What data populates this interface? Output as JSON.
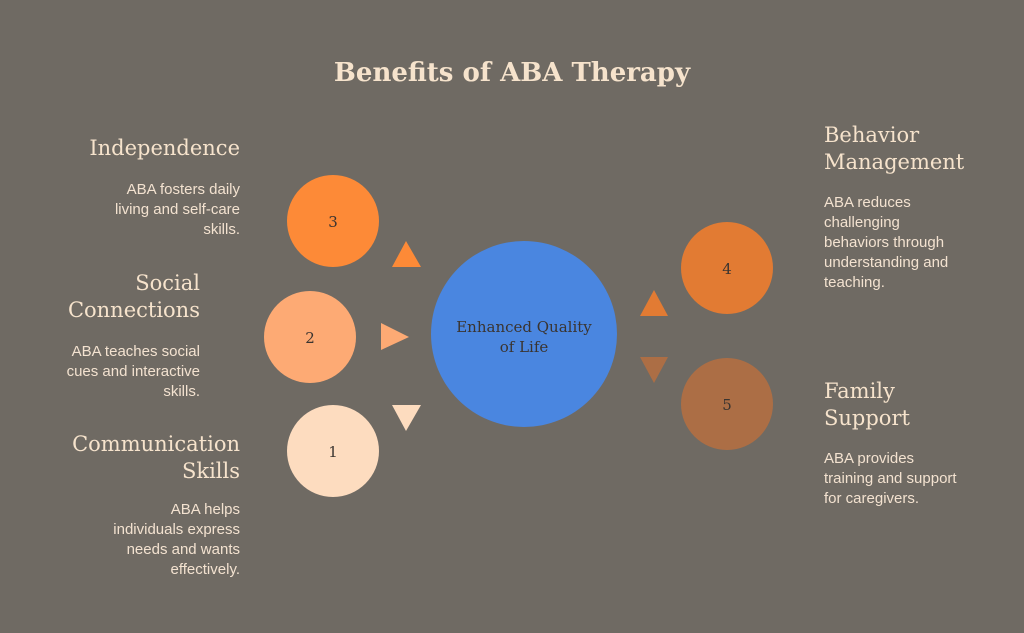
{
  "title": "Benefits of ABA Therapy",
  "center": {
    "label_line1": "Enhanced Quality",
    "label_line2": "of Life",
    "color": "#4a86e0"
  },
  "items": [
    {
      "number": "1",
      "heading_line1": "Communication",
      "heading_line2": "Skills",
      "desc_lines": [
        "ABA helps",
        "individuals express",
        "needs and wants",
        "effectively."
      ],
      "color": "#fddcbf"
    },
    {
      "number": "2",
      "heading_line1": "Social",
      "heading_line2": "Connections",
      "desc_lines": [
        "ABA teaches social",
        "cues and interactive",
        "skills."
      ],
      "color": "#fdaa74"
    },
    {
      "number": "3",
      "heading_line1": "Independence",
      "heading_line2": "",
      "desc_lines": [
        "ABA fosters daily",
        "living and self-care",
        "skills."
      ],
      "color": "#fd8a37"
    },
    {
      "number": "4",
      "heading_line1": "Behavior",
      "heading_line2": "Management",
      "desc_lines": [
        "ABA reduces",
        "challenging",
        "behaviors through",
        "understanding and",
        "teaching."
      ],
      "color": "#e27b33"
    },
    {
      "number": "5",
      "heading_line1": "Family",
      "heading_line2": "Support",
      "desc_lines": [
        "ABA provides",
        "training and support",
        "for caregivers."
      ],
      "color": "#ac6e45"
    }
  ]
}
